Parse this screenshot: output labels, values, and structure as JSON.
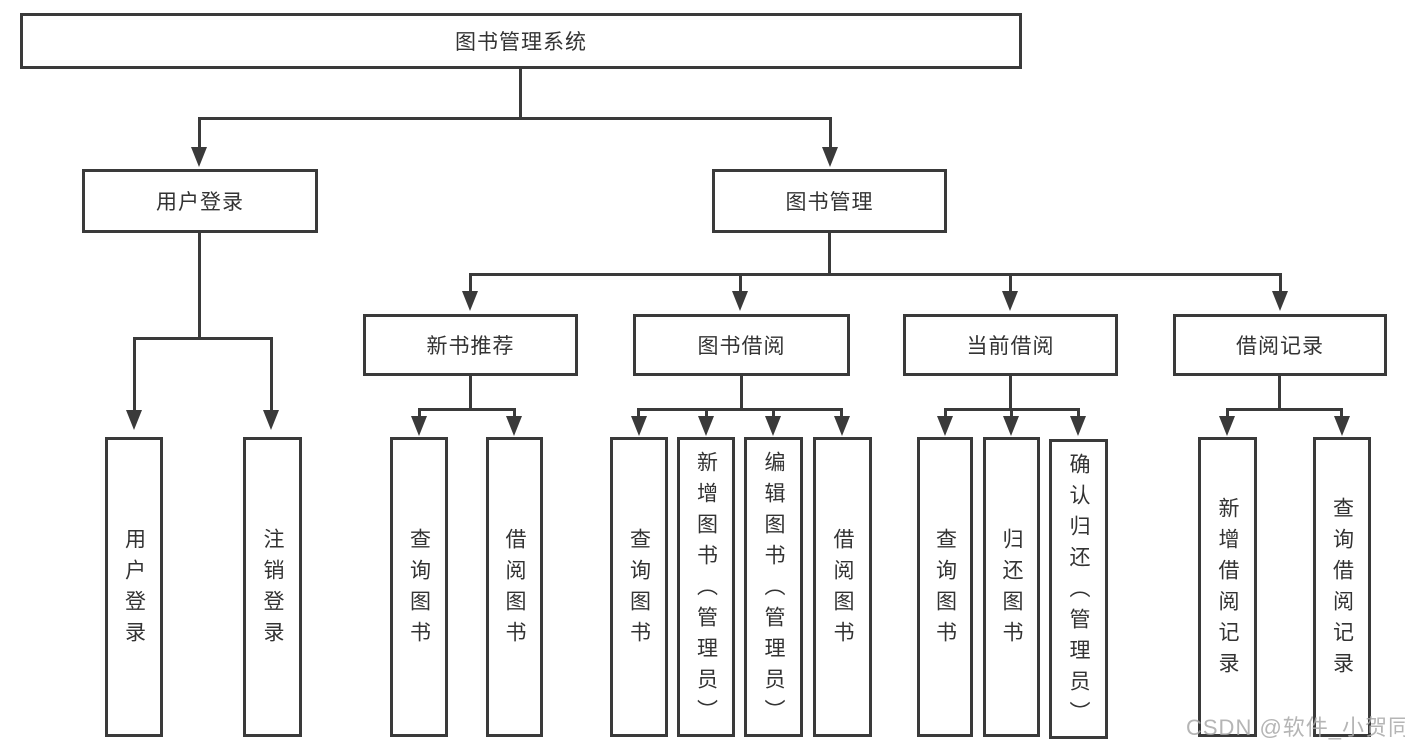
{
  "diagram": {
    "root": {
      "label": "图书管理系统"
    },
    "level1": [
      {
        "label": "用户登录"
      },
      {
        "label": "图书管理"
      }
    ],
    "level2": [
      {
        "label": "新书推荐"
      },
      {
        "label": "图书借阅"
      },
      {
        "label": "当前借阅"
      },
      {
        "label": "借阅记录"
      }
    ],
    "leaves": {
      "user_login": [
        "用户登录",
        "注销登录"
      ],
      "new_books": [
        "查询图书",
        "借阅图书"
      ],
      "book_borrow": [
        "查询图书",
        "新增图书（管理员）",
        "编辑图书（管理员）",
        "借阅图书"
      ],
      "current_borrow": [
        "查询图书",
        "归还图书",
        "确认归还（管理员）"
      ],
      "borrow_records": [
        "新增借阅记录",
        "查询借阅记录"
      ]
    }
  },
  "watermark": "CSDN @软件_小贺同学",
  "colors": {
    "line": "#3a3a3a",
    "text": "#333333",
    "watermark": "#a8a8a8",
    "background": "#ffffff"
  }
}
